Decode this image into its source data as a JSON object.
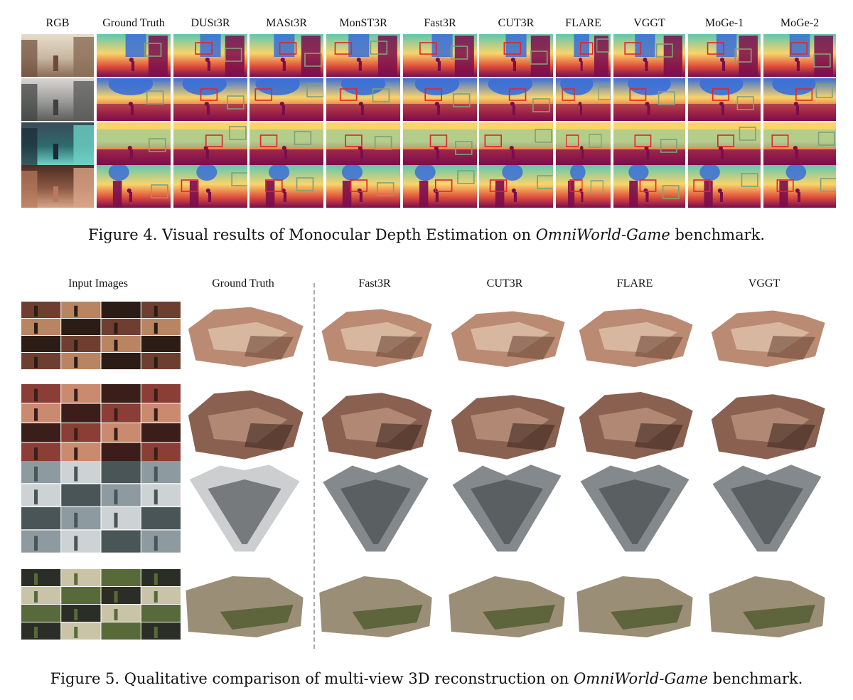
{
  "figure4": {
    "column_headers": [
      "RGB",
      "Ground Truth",
      "DUSt3R",
      "MASt3R",
      "MonST3R",
      "Fast3R",
      "CUT3R",
      "FLARE",
      "VGGT",
      "MoGe-1",
      "MoGe-2"
    ],
    "rows": 4,
    "caption_prefix": "Figure 4. Visual results of Monocular Depth Estimation on ",
    "caption_benchmark": "OmniWorld-Game",
    "caption_suffix": " benchmark.",
    "colors": {
      "near": "#7a0d4e",
      "mid": "#e0503b",
      "far_warm": "#f9d46a",
      "far_cool": "#5fc6b1",
      "sky": "#3b6fd6",
      "box_red": "#e3242b",
      "box_green": "#7fa07a"
    }
  },
  "figure5": {
    "column_headers": [
      "Input Images",
      "Ground Truth",
      "Fast3R",
      "CUT3R",
      "FLARE",
      "VGGT"
    ],
    "rows": 4,
    "caption_prefix": "Figure 5. Qualitative comparison of multi-view 3D reconstruction on ",
    "caption_benchmark": "OmniWorld-Game",
    "caption_suffix": " benchmark."
  }
}
